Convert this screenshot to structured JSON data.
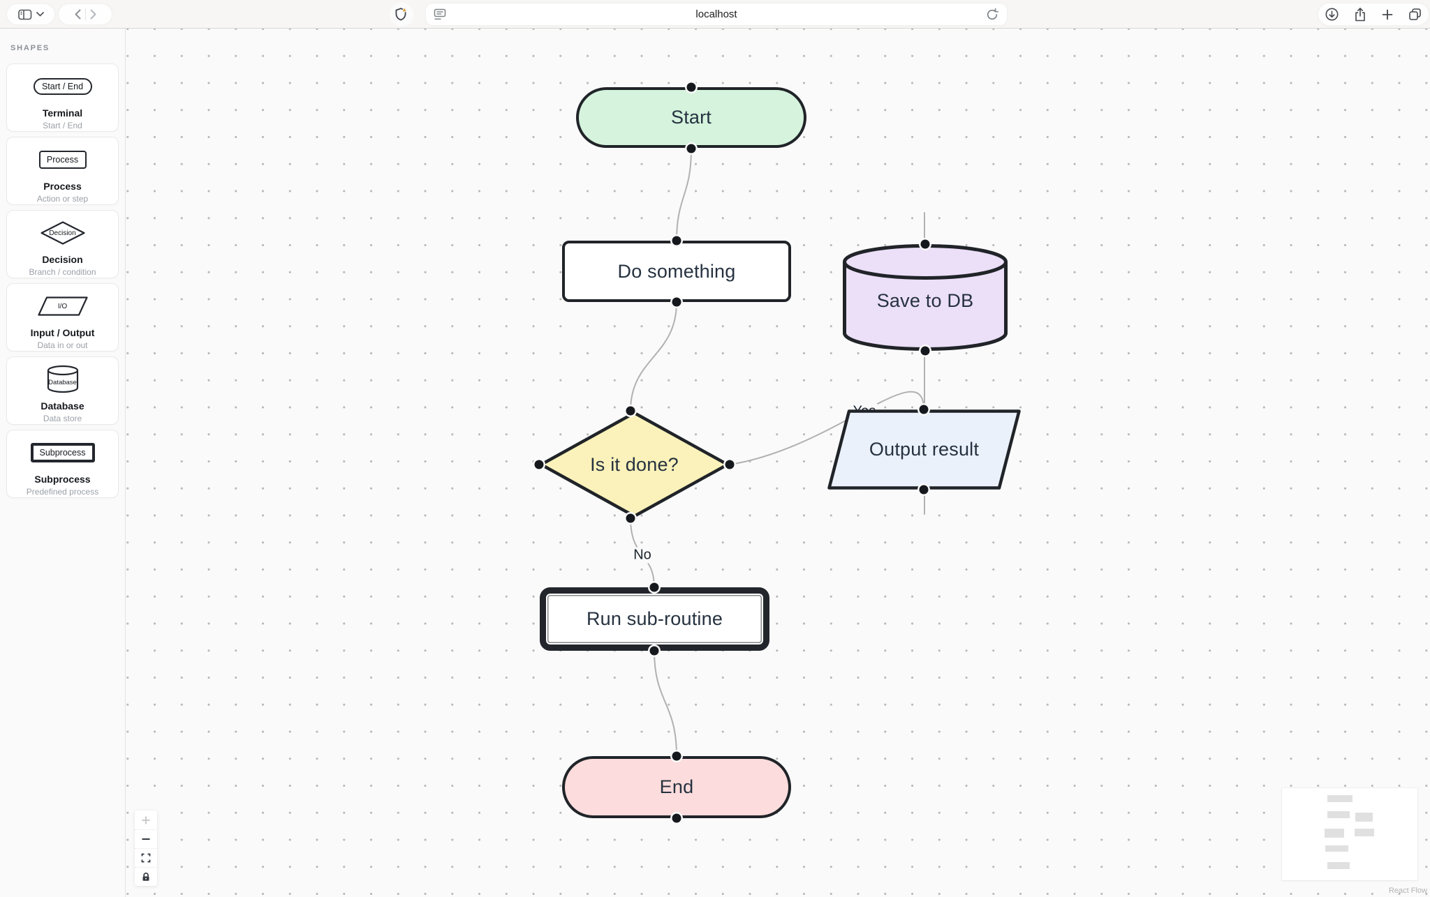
{
  "browser": {
    "url": "localhost",
    "toolbar_icons": [
      "sidebar-toggle",
      "chevron-down",
      "back",
      "forward",
      "privacy-shield",
      "reader",
      "refresh",
      "download",
      "share",
      "new-tab",
      "tabs-overview"
    ]
  },
  "sidebar": {
    "header": "SHAPES",
    "items": [
      {
        "shape": "terminal",
        "glyph_label": "Start / End",
        "title": "Terminal",
        "subtitle": "Start / End"
      },
      {
        "shape": "process",
        "glyph_label": "Process",
        "title": "Process",
        "subtitle": "Action or step"
      },
      {
        "shape": "decision",
        "glyph_label": "Decision",
        "title": "Decision",
        "subtitle": "Branch / condition"
      },
      {
        "shape": "io",
        "glyph_label": "I/O",
        "title": "Input / Output",
        "subtitle": "Data in or out"
      },
      {
        "shape": "database",
        "glyph_label": "Database",
        "title": "Database",
        "subtitle": "Data store"
      },
      {
        "shape": "subprocess",
        "glyph_label": "Subprocess",
        "title": "Subprocess",
        "subtitle": "Predefined process"
      }
    ]
  },
  "canvas": {
    "nodes": [
      {
        "id": "start",
        "shape": "terminal",
        "label": "Start",
        "fill": "#d5f3dd"
      },
      {
        "id": "do",
        "shape": "process",
        "label": "Do something",
        "fill": "#ffffff"
      },
      {
        "id": "savedb",
        "shape": "database",
        "label": "Save to DB",
        "fill": "#ecdff8"
      },
      {
        "id": "done",
        "shape": "decision",
        "label": "Is it done?",
        "fill": "#faf2ba"
      },
      {
        "id": "output",
        "shape": "io",
        "label": "Output result",
        "fill": "#eaf1fb"
      },
      {
        "id": "sub",
        "shape": "subprocess",
        "label": "Run sub-routine",
        "fill": "#ffffff"
      },
      {
        "id": "end",
        "shape": "terminal",
        "label": "End",
        "fill": "#fcdcdc"
      }
    ],
    "edges": [
      {
        "from": "start",
        "to": "do",
        "label": ""
      },
      {
        "from": "do",
        "to": "done",
        "label": ""
      },
      {
        "from": "done",
        "to": "output",
        "label": "Yes"
      },
      {
        "from": "output",
        "to": "savedb",
        "label": ""
      },
      {
        "from": "done",
        "to": "sub",
        "label": "No"
      },
      {
        "from": "sub",
        "to": "end",
        "label": ""
      }
    ],
    "controls_icons": [
      "zoom-in",
      "zoom-out",
      "fit-view",
      "toggle-interactivity-lock"
    ],
    "attribution": "React Flow",
    "colors": {
      "node_border": "#202428",
      "node_text": "#263240",
      "edge": "#b1b1b1",
      "canvas_bg": "#fafafa",
      "handle": "#15181c"
    }
  }
}
